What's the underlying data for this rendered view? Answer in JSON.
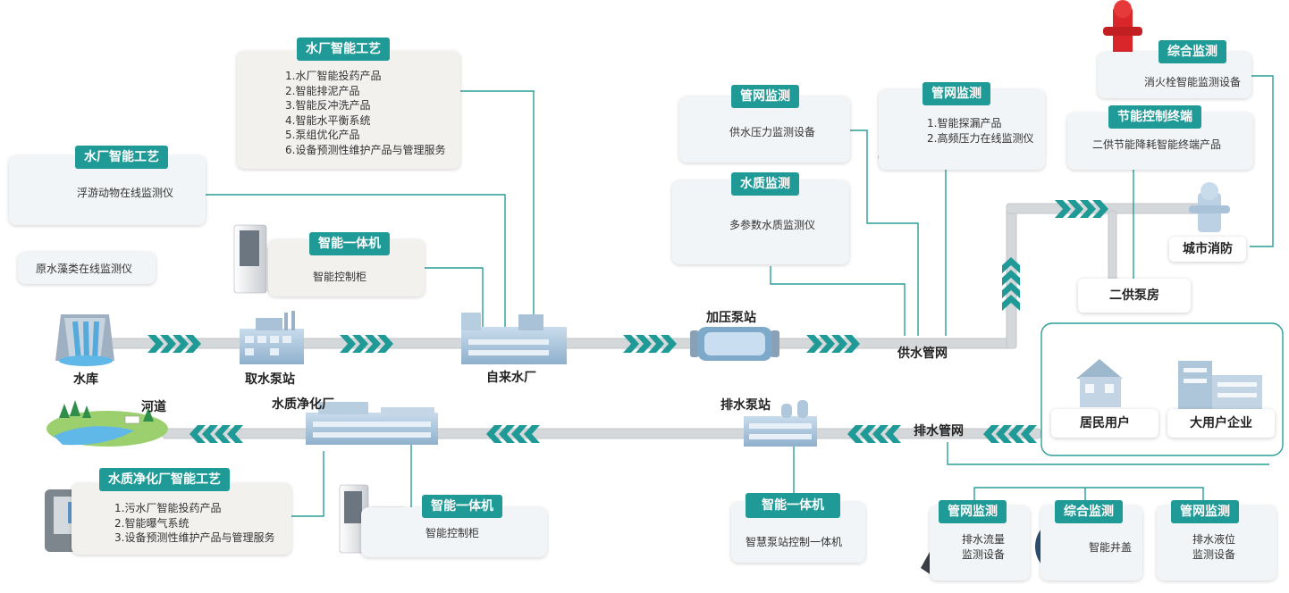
{
  "nodes": {
    "reservoir": "水库",
    "intake_pump": "取水泵站",
    "water_plant": "自来水厂",
    "booster_pump": "加压泵站",
    "supply_network": "供水管网",
    "secondary_pump_room": "二供泵房",
    "city_fire": "城市消防",
    "residents": "居民用户",
    "enterprises": "大用户企业",
    "drain_network": "排水管网",
    "drain_pump": "排水泵站",
    "purification_plant": "水质净化厂",
    "river": "河道"
  },
  "cards": {
    "plankton": {
      "tag": "水厂智能工艺",
      "text": "浮游动物在线监测仪"
    },
    "algae": {
      "text": "原水藻类在线监测仪"
    },
    "plant_process": {
      "tag": "水厂智能工艺",
      "items": [
        "1.水厂智能投药产品",
        "2.智能排泥产品",
        "3.智能反冲洗产品",
        "4.智能水平衡系统",
        "5.泵组优化产品",
        "6.设备预测性维护产品与管理服务"
      ]
    },
    "cabinet_top": {
      "tag": "智能一体机",
      "text": "智能控制柜"
    },
    "pressure": {
      "tag": "管网监测",
      "text": "供水压力监测设备"
    },
    "quality": {
      "tag": "水质监测",
      "text": "多参数水质监测仪"
    },
    "leak": {
      "tag": "管网监测",
      "items": [
        "1.智能探漏产品",
        "2.高频压力在线监测仪"
      ]
    },
    "hydrant": {
      "tag": "综合监测",
      "text": "消火栓智能监测设备"
    },
    "energy": {
      "tag": "节能控制终端",
      "text": "二供节能降耗智能终端产品"
    },
    "purify_process": {
      "tag": "水质净化厂智能工艺",
      "items": [
        "1.污水厂智能投药产品",
        "2.智能曝气系统",
        "3.设备预测性维护产品与管理服务"
      ]
    },
    "cabinet_bottom": {
      "tag": "智能一体机",
      "text": "智能控制柜"
    },
    "pump_ctrl": {
      "tag": "智能一体机",
      "text": "智慧泵站控制一体机"
    },
    "flow": {
      "tag": "管网监测",
      "items": [
        "排水流量",
        "监测设备"
      ]
    },
    "manhole": {
      "tag": "综合监测",
      "text": "智能井盖"
    },
    "level": {
      "tag": "管网监测",
      "items": [
        "排水液位",
        "监测设备"
      ]
    }
  },
  "colors": {
    "teal": "#1f9a96",
    "pipe": "#d5d8da",
    "line": "#2a9d96"
  }
}
